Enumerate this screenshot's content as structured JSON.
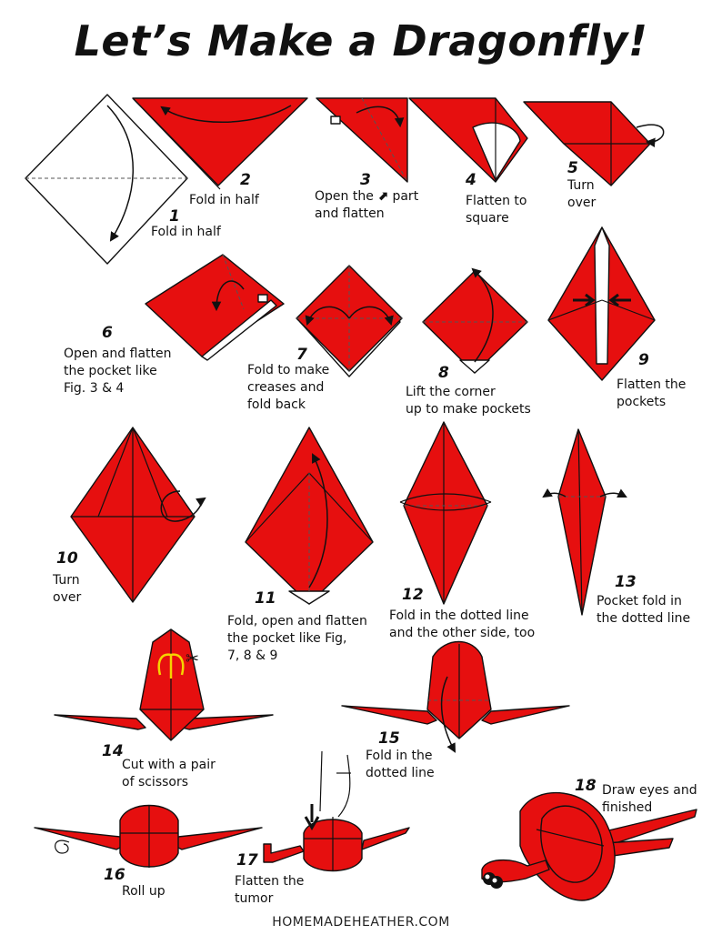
{
  "title": "Let’s Make a Dragonfly!",
  "steps": [
    {
      "num": "1",
      "text": [
        "Fold in half"
      ]
    },
    {
      "num": "2",
      "text": [
        "Fold in half"
      ]
    },
    {
      "num": "3",
      "text": [
        "Open the",
        "part",
        "and flatten"
      ]
    },
    {
      "num": "4",
      "text": [
        "Flatten to",
        "square"
      ]
    },
    {
      "num": "5",
      "text": [
        "Turn",
        "over"
      ]
    },
    {
      "num": "6",
      "text": [
        "Open and flatten",
        "the pocket like",
        "Fig. 3 & 4"
      ]
    },
    {
      "num": "7",
      "text": [
        "Fold to make",
        "creases and",
        "fold back"
      ]
    },
    {
      "num": "8",
      "text": [
        "Lift the corner",
        "up to make pockets"
      ]
    },
    {
      "num": "9",
      "text": [
        "Flatten the",
        "pockets"
      ]
    },
    {
      "num": "10",
      "text": [
        "Turn",
        "over"
      ]
    },
    {
      "num": "11",
      "text": [
        "Fold, open and flatten",
        "the pocket like Fig,",
        "7, 8 & 9"
      ]
    },
    {
      "num": "12",
      "text": [
        "Fold in the dotted line",
        "and the other side, too"
      ]
    },
    {
      "num": "13",
      "text": [
        "Pocket fold in",
        "the dotted line"
      ]
    },
    {
      "num": "14",
      "text": [
        "Cut with a pair",
        "of scissors"
      ]
    },
    {
      "num": "15",
      "text": [
        "Fold in the",
        "dotted line"
      ]
    },
    {
      "num": "16",
      "text": [
        "Roll up"
      ]
    },
    {
      "num": "17",
      "text": [
        "Flatten the",
        "tumor"
      ]
    },
    {
      "num": "18",
      "text": [
        "Draw eyes and",
        "finished"
      ]
    }
  ],
  "footer": "HOMEMADEHEATHER.COM",
  "colors": {
    "paper_red": "#e60f0f",
    "ink": "#111111",
    "highlight": "#f5d300"
  },
  "icons": [
    "curved-arrow-icon",
    "scissors-icon",
    "down-arrow-icon",
    "push-arrow-icon"
  ]
}
